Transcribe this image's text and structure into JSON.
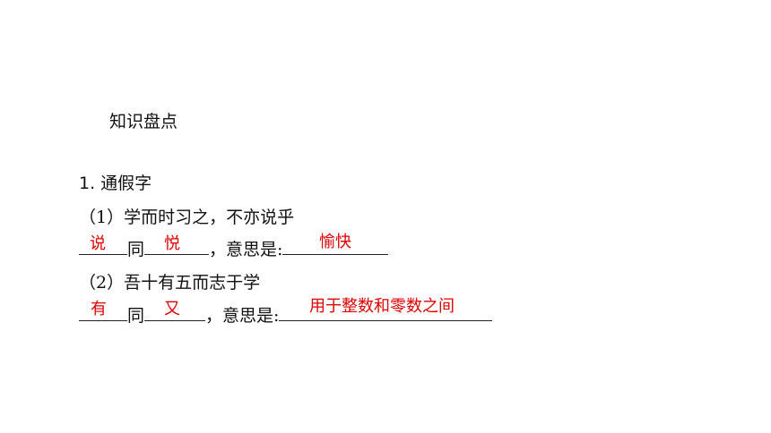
{
  "title": "知识盘点",
  "section": "1. 通假字",
  "items": [
    {
      "sentence": "（1）学而时习之，不亦说乎",
      "same_char": "同",
      "meaning_prefix": "，意思是:",
      "answers": [
        "说",
        "悦",
        "愉快"
      ]
    },
    {
      "sentence": "（2）吾十有五而志于学",
      "same_char": "同",
      "meaning_prefix": "，意思是:",
      "answers": [
        "有",
        "又",
        "用于整数和零数之间"
      ]
    }
  ],
  "colors": {
    "answer": "#e00000",
    "text": "#111111"
  }
}
